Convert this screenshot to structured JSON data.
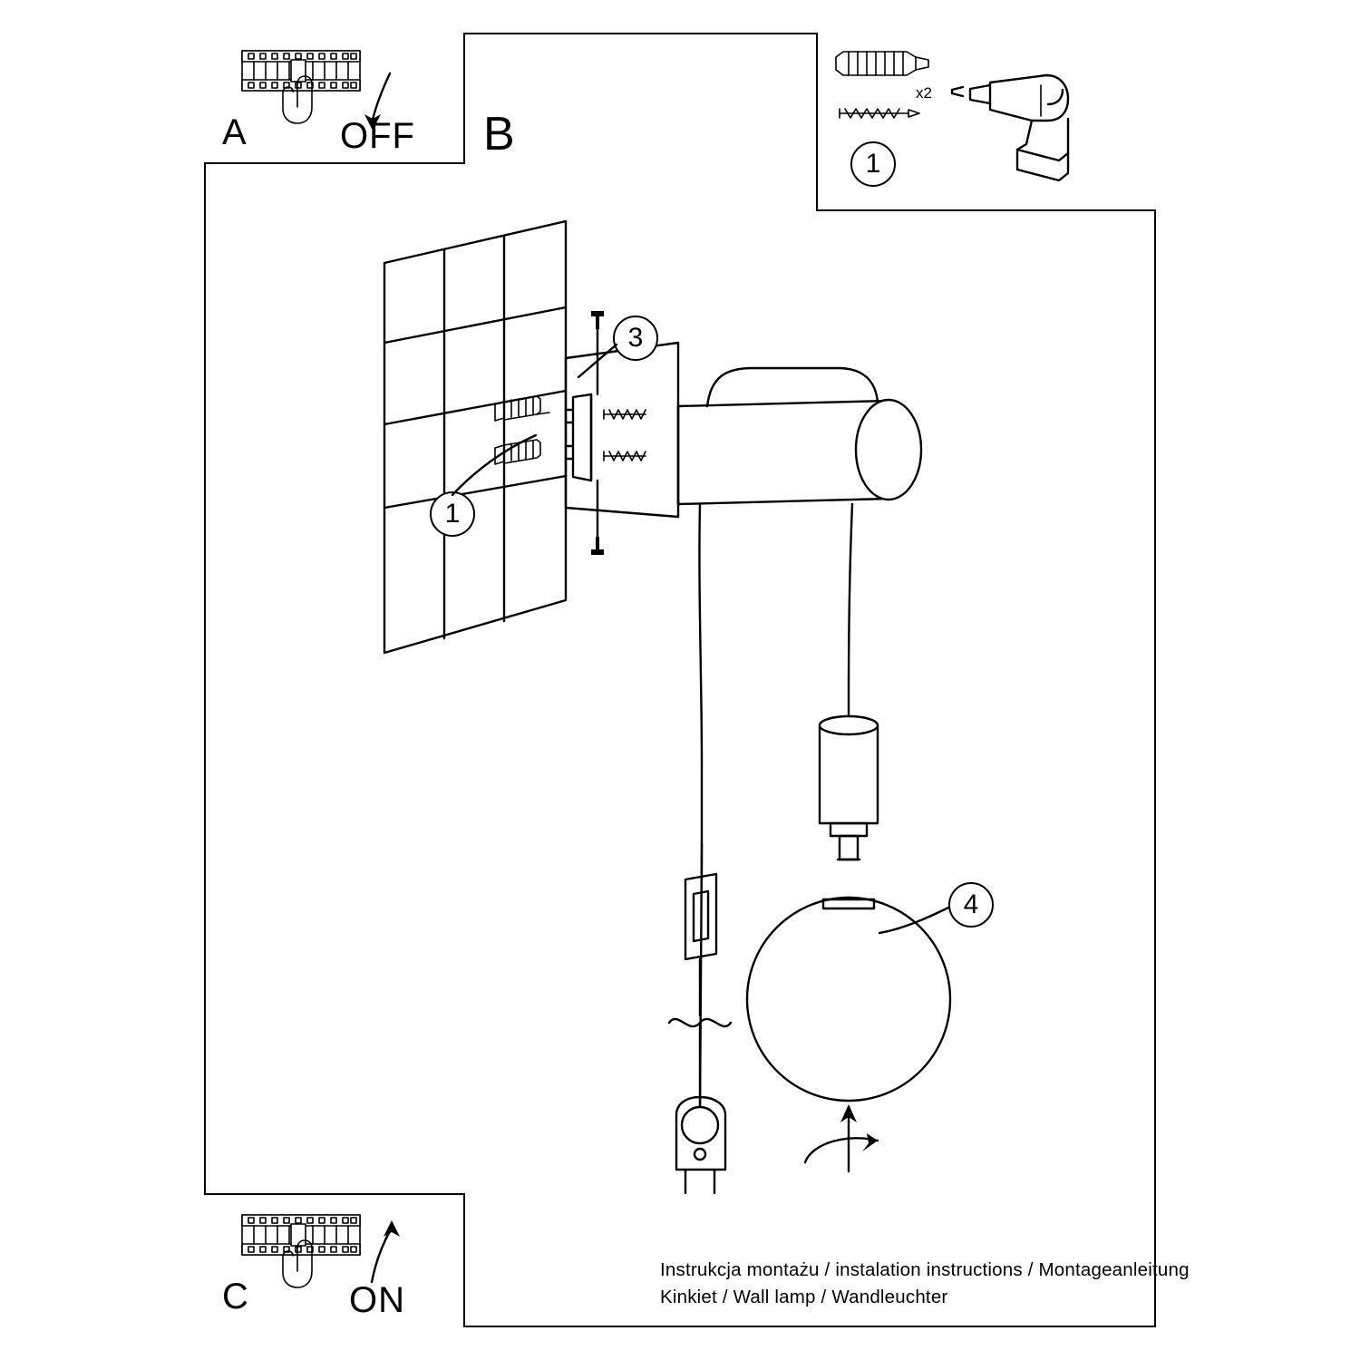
{
  "document": {
    "type": "assembly-instruction-sheet",
    "steps": [
      {
        "id": "A",
        "label": "A",
        "action_text": "OFF",
        "icon": "hand-pressing-circuit-breaker-off"
      },
      {
        "id": "B",
        "label": "B",
        "action_text": "",
        "icon": "wall-lamp-assembly"
      },
      {
        "id": "C",
        "label": "C",
        "action_text": "ON",
        "icon": "hand-pressing-circuit-breaker-on"
      }
    ],
    "callouts": [
      {
        "id": "1",
        "label": "1",
        "name": "wall-plug-and-screw"
      },
      {
        "id": "1b",
        "label": "1",
        "name": "wall-plug-into-wall"
      },
      {
        "id": "3",
        "label": "3",
        "name": "mounting-bracket-screw"
      },
      {
        "id": "4",
        "label": "4",
        "name": "glass-globe-shade"
      }
    ],
    "parts_panel": {
      "quantity_label": "x2",
      "items": [
        "wall-plug",
        "screw",
        "power-drill"
      ]
    },
    "footer": {
      "line1": "Instrukcja montażu / instalation instructions / Montageanleitung",
      "line2": "Kinkiet / Wall lamp / Wandleuchter"
    },
    "colors": {
      "ink": "#000000",
      "paper": "#ffffff"
    }
  }
}
